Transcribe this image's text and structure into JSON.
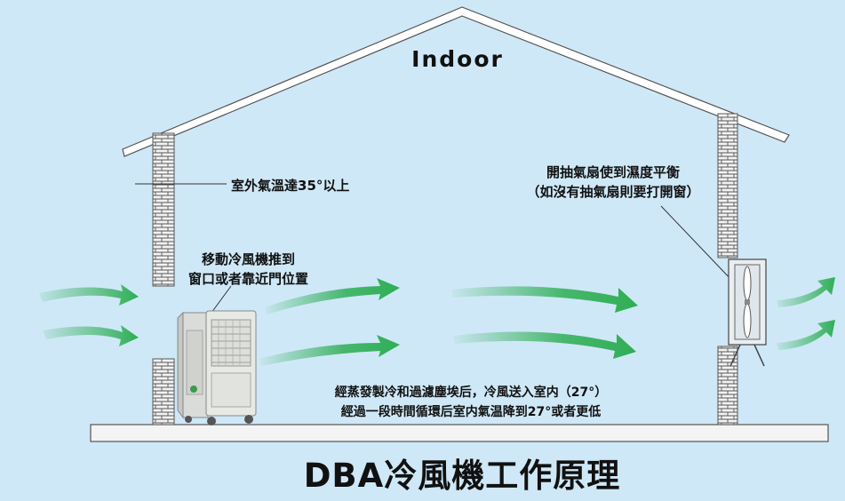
{
  "house": {
    "title": "Indoor"
  },
  "labels": {
    "outdoor_temp": "室外氣溫達35°以上",
    "cooler_line1": "移動冷風機推到",
    "cooler_line2": "窗口或者靠近門位置",
    "fan_line1": "開抽氣扇使到濕度平衡",
    "fan_line2": "（如沒有抽氣扇則要打開窗）",
    "process_line1": "經蒸發製冷和過濾塵埃后，冷風送入室内（27°）",
    "process_line2": "經過一段時間循環后室内氣温降到27°或者更低"
  },
  "caption": "DBA冷風機工作原理",
  "colors": {
    "background": "#cfe8f7",
    "arrow_green": "#2fae55",
    "roof": "#ffffff",
    "wall": "#f4f4f4"
  }
}
